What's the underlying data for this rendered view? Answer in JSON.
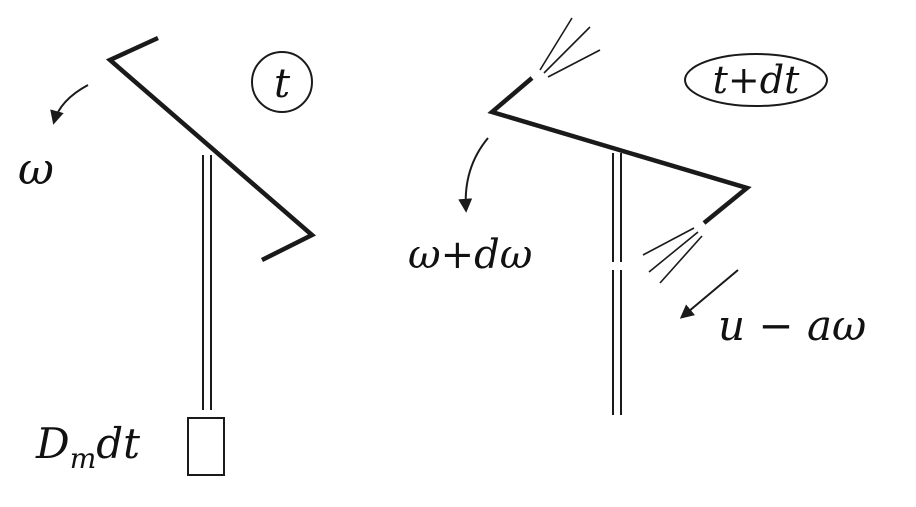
{
  "labels": {
    "t_left": "t",
    "t_right": "t+dt",
    "omega": "ω",
    "omega_plus": "ω+dω",
    "u_minus": "u − aω",
    "dm_main": "D",
    "dm_sub": "m",
    "dm_tail": "dt"
  },
  "colors": {
    "ink": "#1a1a1a",
    "background": "#ffffff"
  }
}
